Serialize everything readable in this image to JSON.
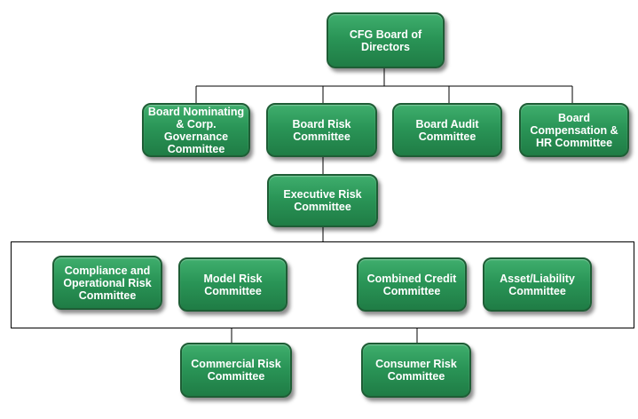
{
  "org_chart": {
    "root": "CFG Board of\nDirectors",
    "board_committees": [
      "Board Nominating\n& Corp.\nGovernance\nCommittee",
      "Board Risk\nCommittee",
      "Board Audit\nCommittee",
      "Board\nCompensation  &\nHR Committee"
    ],
    "executive": "Executive Risk\nCommittee",
    "management_committees": [
      "Compliance and\nOperational Risk\nCommittee",
      "Model Risk\nCommittee",
      "Combined Credit\nCommittee",
      "Asset/Liability\nCommittee"
    ],
    "sub_committees": [
      "Commercial Risk\nCommittee",
      "Consumer Risk\nCommittee"
    ]
  }
}
